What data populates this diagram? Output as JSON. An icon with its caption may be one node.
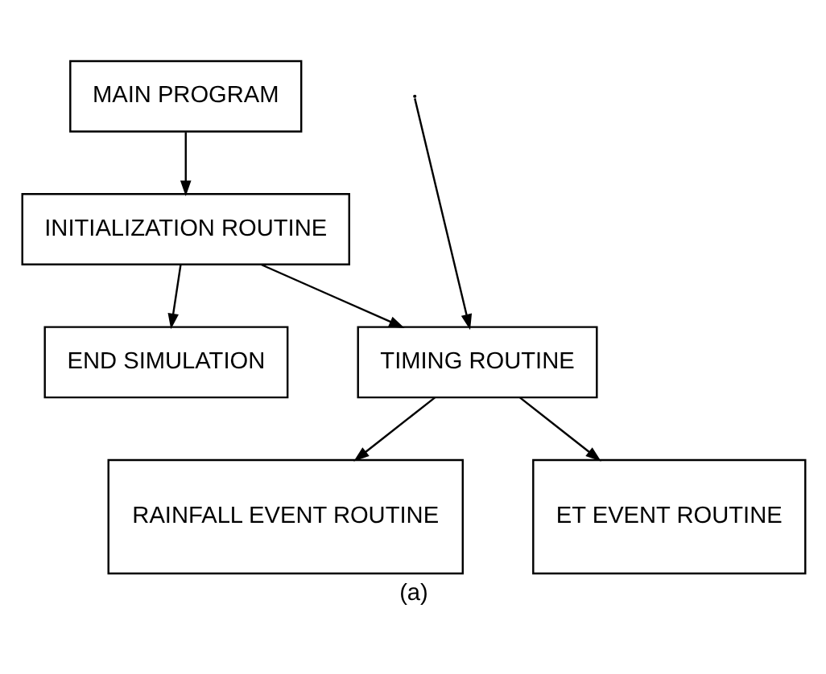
{
  "diagram": {
    "caption": "(a)",
    "nodes": [
      {
        "text": [
          "MAIN PROGRAM"
        ]
      },
      {
        "text": [
          "INITIALIZATION ROUTINE"
        ]
      },
      {
        "text": [
          "END SIMULATION"
        ]
      },
      {
        "text": [
          "TIMING ROUTINE"
        ]
      },
      {
        "text": [
          "RAINFALL EVENT ROUTINE"
        ]
      },
      {
        "text": [
          "ET EVENT ROUTINE"
        ]
      }
    ],
    "edges": [
      {
        "from": 0,
        "to": 1,
        "arrow": "to"
      },
      {
        "from": 1,
        "to": 2,
        "arrow": "to"
      },
      {
        "from": 1,
        "to": 3,
        "arrow": "to"
      },
      {
        "from": 3,
        "to": 4,
        "arrow": "to"
      },
      {
        "from": 3,
        "to": 5,
        "arrow": "to"
      },
      {
        "from": null,
        "to": 3,
        "arrow": "to"
      }
    ]
  }
}
